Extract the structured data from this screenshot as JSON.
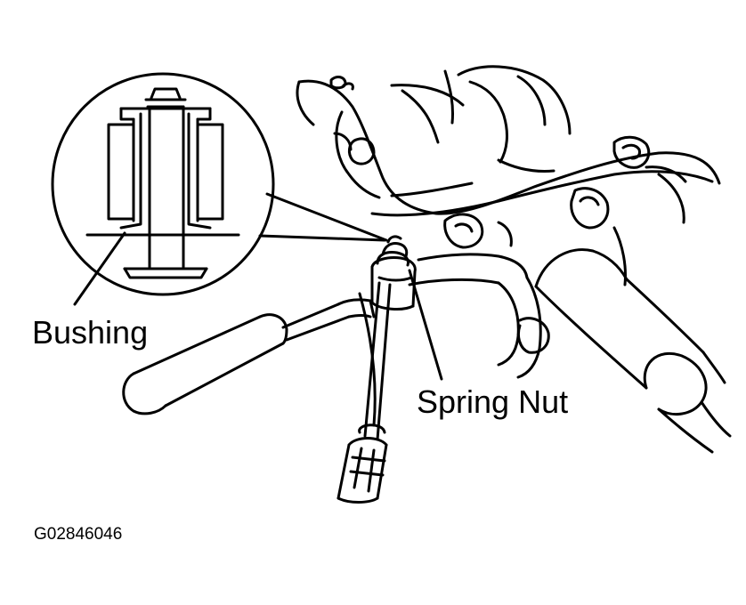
{
  "labels": {
    "bushing": "Bushing",
    "spring_nut": "Spring Nut"
  },
  "figure_id": "G02846046",
  "colors": {
    "ink": "#000000",
    "paper": "#ffffff"
  },
  "icons": [
    "wrench-icon",
    "socket-icon",
    "screwdriver-icon",
    "bushing-inset-icon"
  ]
}
